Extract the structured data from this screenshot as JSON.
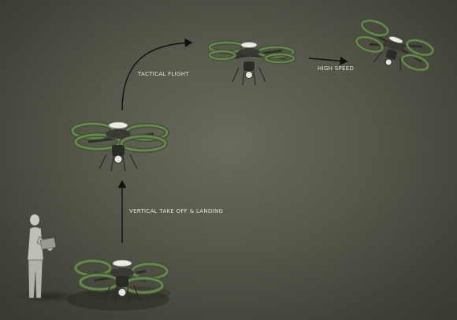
{
  "labels": {
    "vtol": "VERTICAL TAKE OFF & LANDING",
    "tactical": "TACTICAL FLIGHT",
    "high_speed": "HIGH SPEED"
  },
  "colors": {
    "background": "#56564b",
    "rotor_ring": "#5f7a4b",
    "rotor_ring_dark": "#3f5233",
    "frame": "#2e2e2a",
    "arrow": "#111111",
    "label_text": "#e6e6dc"
  },
  "stages": [
    "takeoff",
    "vertical_climb",
    "tactical_flight",
    "high_speed"
  ]
}
